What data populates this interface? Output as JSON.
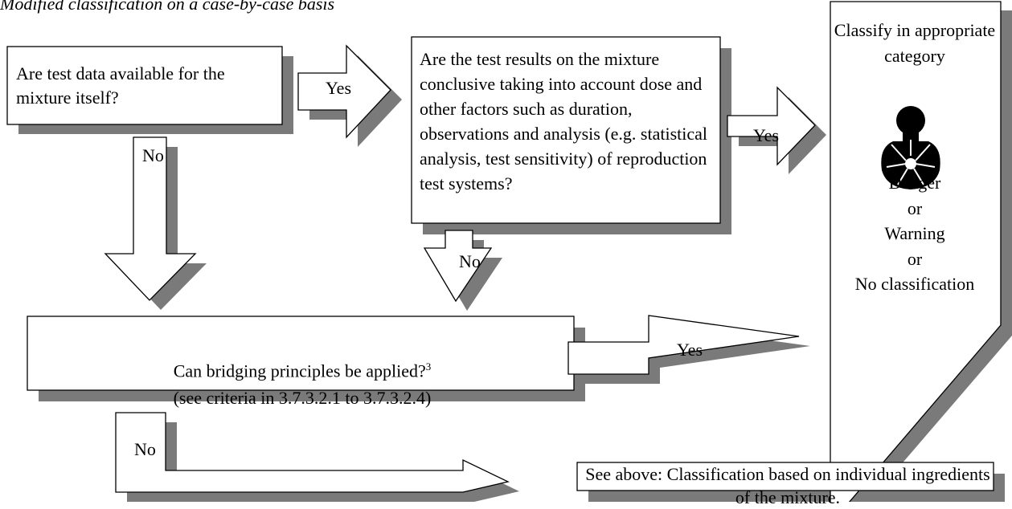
{
  "heading": "Modified classification on a case-by-case basis",
  "nodes": {
    "q1": "Are test data available for the mixture itself?",
    "q2": "Are the test results on the mixture conclusive taking into account dose and other factors such as duration, observations and analysis (e.g. statistical analysis, test sensitivity) of reproduction test systems?",
    "q3_line1": "Can bridging principles be applied?",
    "q3_sup": "3",
    "q3_line2": "(see criteria in 3.7.3.2.1 to 3.7.3.2.4)",
    "result_top": "Classify in appropriate category",
    "result_lines": [
      "Danger",
      "or",
      "Warning",
      "or",
      "No classification"
    ],
    "note": "See above: Classification based on individual ingredients of the mixture."
  },
  "arrows": {
    "yes_q1": "Yes",
    "yes_q2": "Yes",
    "yes_q3": "Yes",
    "no_q1": "No",
    "no_q2": "No",
    "no_q3": "No"
  },
  "icons": {
    "hazard": "health-hazard-pictogram-icon"
  }
}
